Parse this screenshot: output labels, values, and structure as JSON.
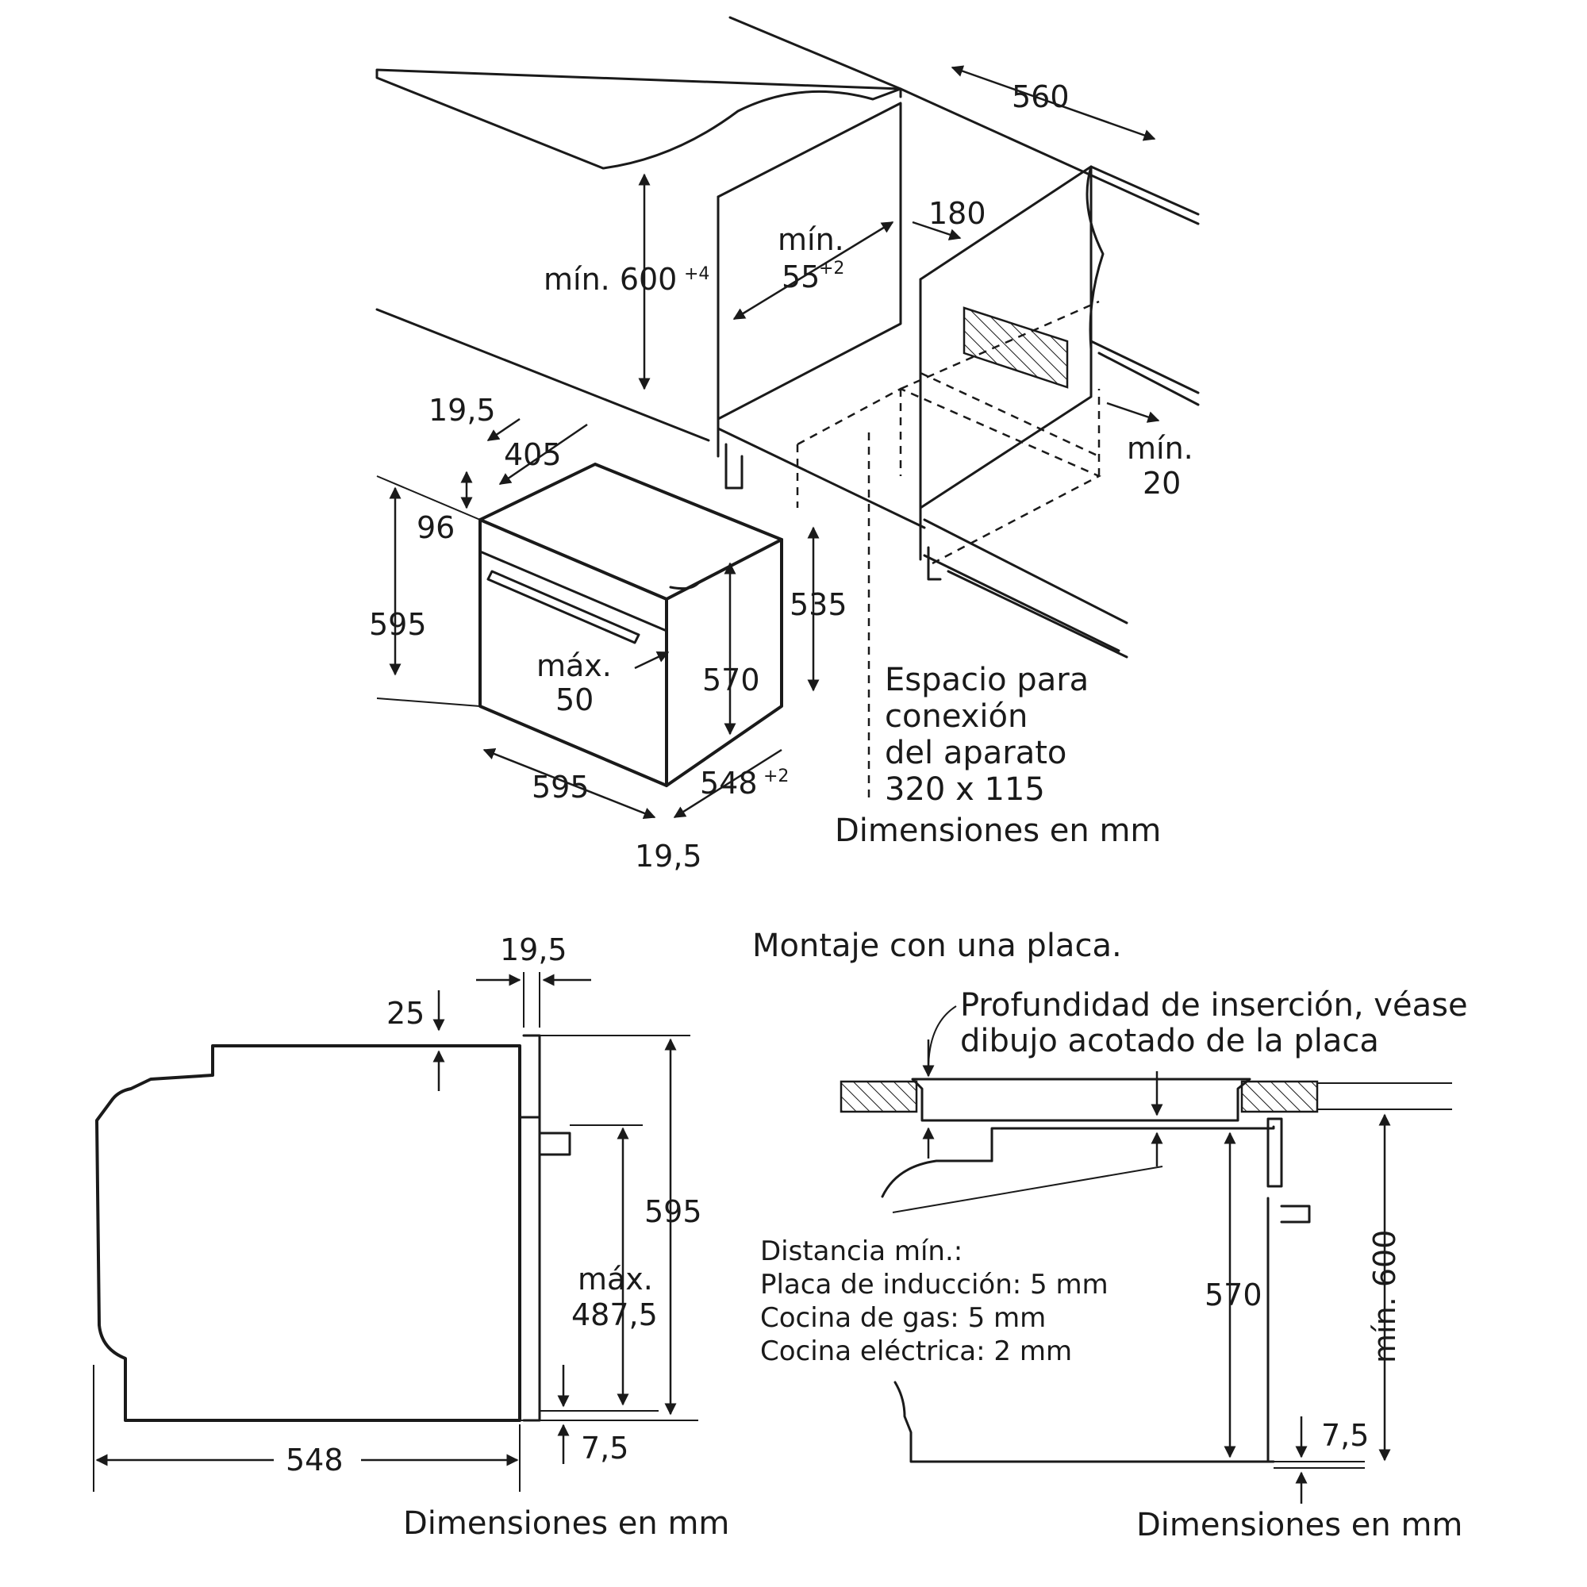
{
  "top_view": {
    "dim_560": "560",
    "dim_180": "180",
    "min_label": "mín.",
    "dim_55": "55",
    "dim_55_tol": "+2",
    "min600_label": "mín. 600",
    "min600_tol": "+4",
    "min20_line1": "mín.",
    "min20_line2": "20",
    "dim_19_5_top": "19,5",
    "dim_405": "405",
    "dim_96": "96",
    "dim_595_left": "595",
    "dim_535": "535",
    "max50_line1": "máx.",
    "max50_line2": "50",
    "dim_570": "570",
    "dim_595_bottom": "595",
    "dim_548": "548",
    "dim_548_tol": "+2",
    "dim_19_5_bottom": "19,5",
    "connection_line1": "Espacio para",
    "connection_line2": "conexión",
    "connection_line3": "del aparato",
    "connection_line4": "320 x 115",
    "caption": "Dimensiones en mm"
  },
  "side_view": {
    "dim_19_5": "19,5",
    "dim_25": "25",
    "dim_595": "595",
    "max_label": "máx.",
    "dim_487_5": "487,5",
    "dim_7_5": "7,5",
    "dim_548": "548",
    "caption": "Dimensiones en mm"
  },
  "hob_view": {
    "title": "Montaje con una placa.",
    "note_line1": "Profundidad de inserción, véase",
    "note_line2": "dibujo acotado de la placa",
    "dist_title": "Distancia mín.:",
    "dist_induction": "Placa de inducción: 5 mm",
    "dist_gas": "Cocina de gas: 5 mm",
    "dist_electric": "Cocina eléctrica: 2 mm",
    "dim_570": "570",
    "dim_min600": "mín. 600",
    "dim_7_5": "7,5",
    "caption": "Dimensiones en mm"
  }
}
